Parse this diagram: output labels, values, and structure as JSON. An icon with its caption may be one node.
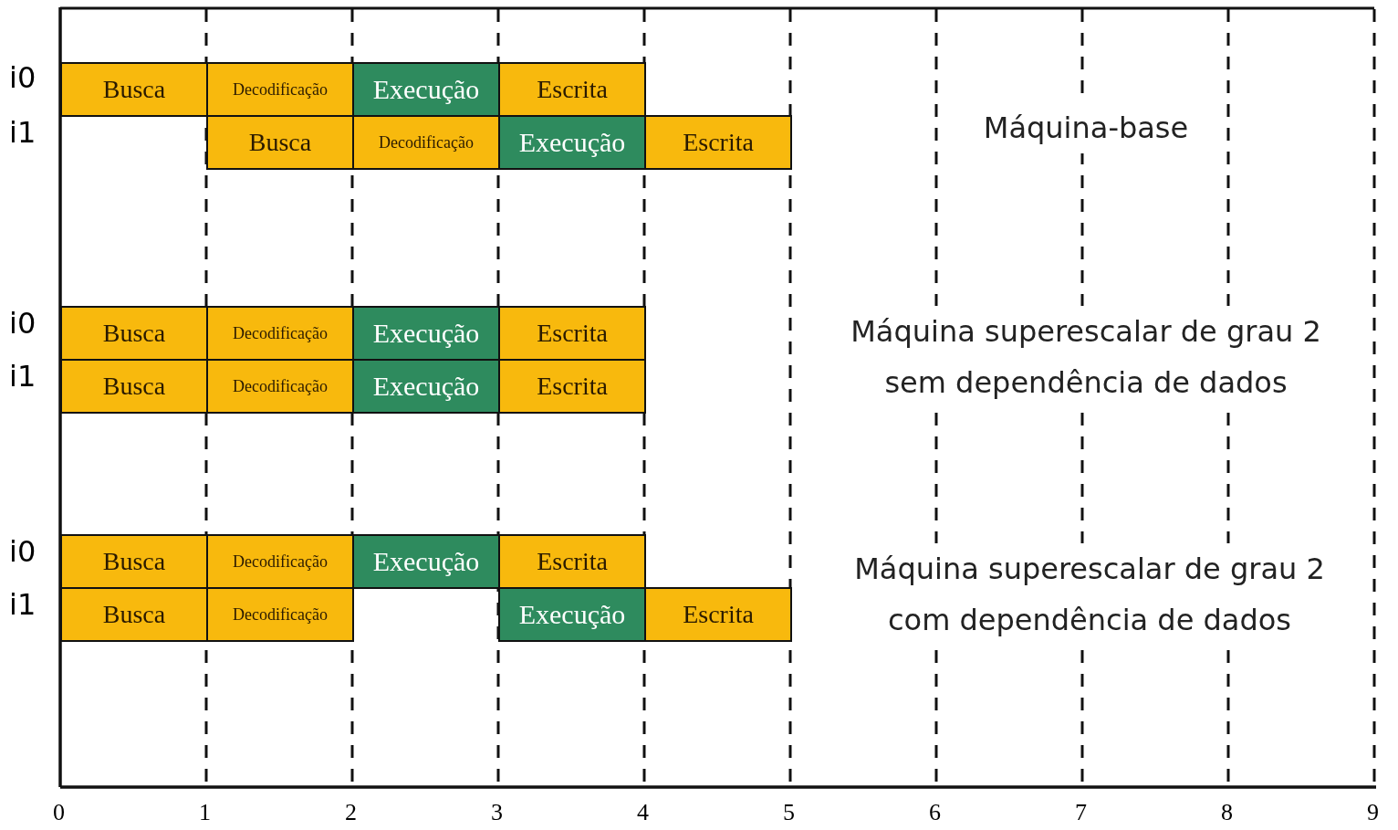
{
  "diagram": {
    "nodes": [
      {
        "text": [
          "Busca"
        ]
      },
      {
        "text": [
          "Decodificação"
        ]
      },
      {
        "text": [
          "Execução"
        ]
      },
      {
        "text": [
          "Escrita"
        ]
      },
      {
        "text": [
          "Busca"
        ]
      },
      {
        "text": [
          "Decodificação"
        ]
      },
      {
        "text": [
          "Execução"
        ]
      },
      {
        "text": [
          "Escrita"
        ]
      },
      {
        "text": [
          "Busca"
        ]
      },
      {
        "text": [
          "Decodificação"
        ]
      },
      {
        "text": [
          "Execução"
        ]
      },
      {
        "text": [
          "Escrita"
        ]
      },
      {
        "text": [
          "Busca"
        ]
      },
      {
        "text": [
          "Decodificação"
        ]
      },
      {
        "text": [
          "Execução"
        ]
      },
      {
        "text": [
          "Escrita"
        ]
      },
      {
        "text": [
          "Busca"
        ]
      },
      {
        "text": [
          "Decodificação"
        ]
      },
      {
        "text": [
          "Execução"
        ]
      },
      {
        "text": [
          "Escrita"
        ]
      },
      {
        "text": [
          "Busca"
        ]
      },
      {
        "text": [
          "Decodificação"
        ]
      },
      {
        "text": [
          "Execução"
        ]
      },
      {
        "text": [
          "Escrita"
        ]
      }
    ],
    "edges": [],
    "labels": [
      "i0",
      "i1",
      "Máquina-base",
      "i0",
      "i1",
      "Máquina superescalar de grau 2 sem dependência de dados",
      "i0",
      "i1",
      "Máquina superescalar de grau 2 com dependência de dados",
      "0",
      "1",
      "2",
      "3",
      "4",
      "5",
      "6",
      "7",
      "8",
      "9"
    ]
  }
}
